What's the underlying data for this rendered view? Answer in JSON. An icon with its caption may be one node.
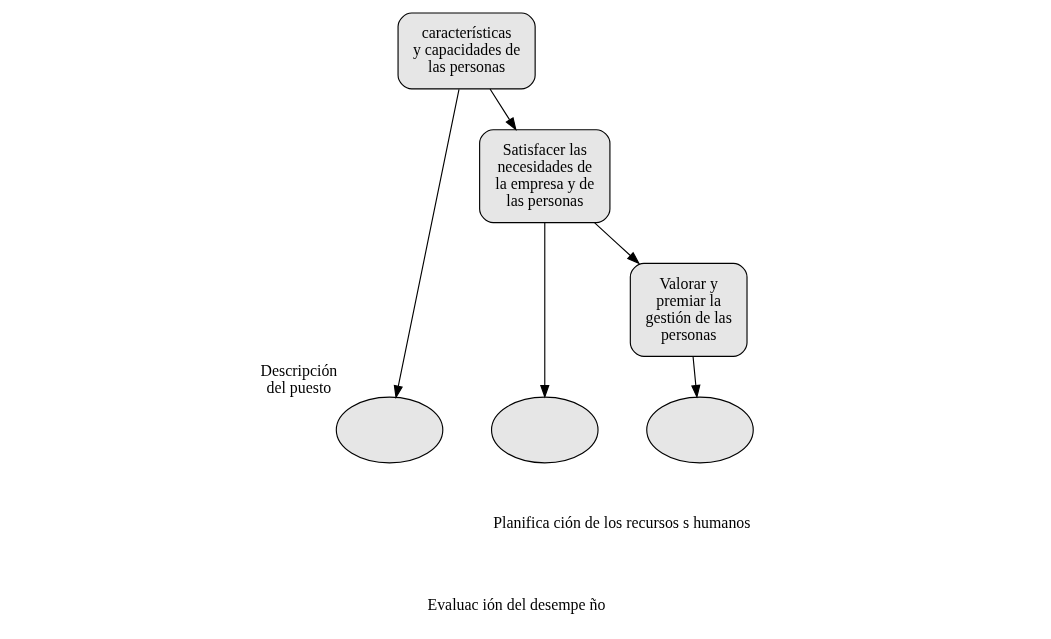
{
  "diagram": {
    "nodes": [
      {
        "text": [
          "características y capacidades de las personas"
        ]
      },
      {
        "text": [
          "Satisfacer las necesidades de la empresa y de las personas"
        ]
      },
      {
        "text": [
          "Valorar y premiar la gestión de las personas"
        ]
      },
      {
        "text": [],
        "shape": "ellipse",
        "beside": [
          "Descripción del puesto"
        ]
      },
      {
        "text": [],
        "shape": "ellipse"
      },
      {
        "text": [],
        "shape": "ellipse"
      }
    ],
    "edges": [
      {
        "from": 0,
        "to": 1,
        "arrow": "to"
      },
      {
        "from": 1,
        "to": 2,
        "arrow": "to"
      },
      {
        "from": 0,
        "to": 3,
        "arrow": "to"
      },
      {
        "from": 1,
        "to": 4,
        "arrow": "to"
      },
      {
        "from": 2,
        "to": 5,
        "arrow": "to"
      }
    ],
    "labels": [
      "Planifica ción de los recursos s humanos",
      "Evaluac ión del desempe ño"
    ]
  }
}
